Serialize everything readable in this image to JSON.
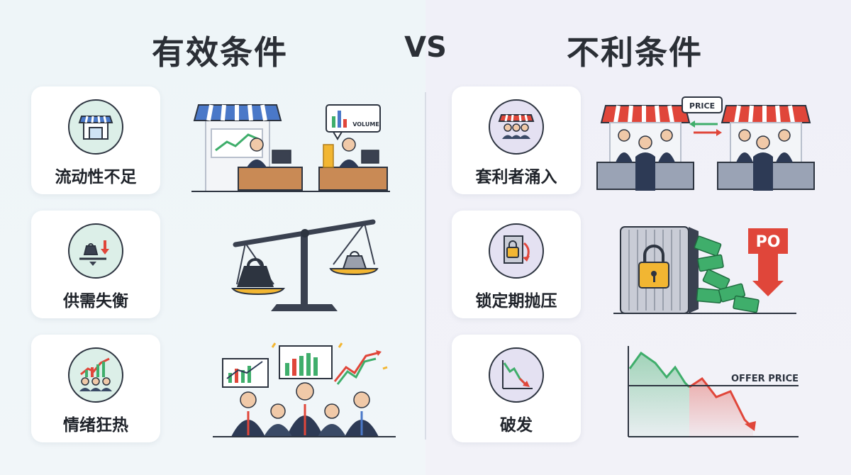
{
  "headings": {
    "left": "有效条件",
    "vs": "VS",
    "right": "不利条件"
  },
  "left_cards": [
    {
      "label": "流动性不足",
      "icon": "storefront-icon"
    },
    {
      "label": "供需失衡",
      "icon": "scale-down-arrow-icon"
    },
    {
      "label": "情绪狂热",
      "icon": "crowd-rising-chart-icon"
    }
  ],
  "right_cards": [
    {
      "label": "套利者涌入",
      "icon": "storefront-traders-icon"
    },
    {
      "label": "锁定期抛压",
      "icon": "lock-down-arrow-icon"
    },
    {
      "label": "破发",
      "icon": "falling-chart-icon"
    }
  ],
  "illustrations": {
    "volume_label": "VOLUME",
    "price_label": "PRICE",
    "po_label": "PO",
    "offer_price_label": "OFFER PRICE"
  },
  "colors": {
    "green": "#3fae6b",
    "red": "#e0463a",
    "navy": "#2d3a55",
    "gold": "#f2b632"
  }
}
